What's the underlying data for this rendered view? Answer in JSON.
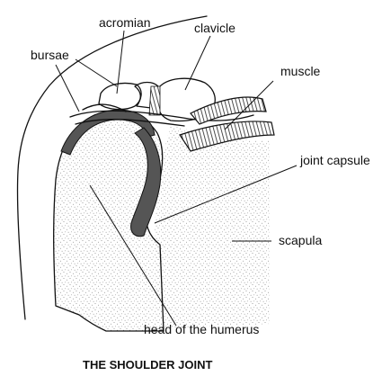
{
  "title": "THE SHOULDER JOINT",
  "labels": {
    "acromian": "acromian",
    "clavicle": "clavicle",
    "bursae": "bursae",
    "muscle": "muscle",
    "joint_capsule": "joint capsule",
    "scapula": "scapula",
    "head_of_humerus": "head of the humerus"
  },
  "colors": {
    "outline": "#111111",
    "capsule_fill": "#555555",
    "stipple": "#9a9a9a",
    "background": "#ffffff"
  }
}
